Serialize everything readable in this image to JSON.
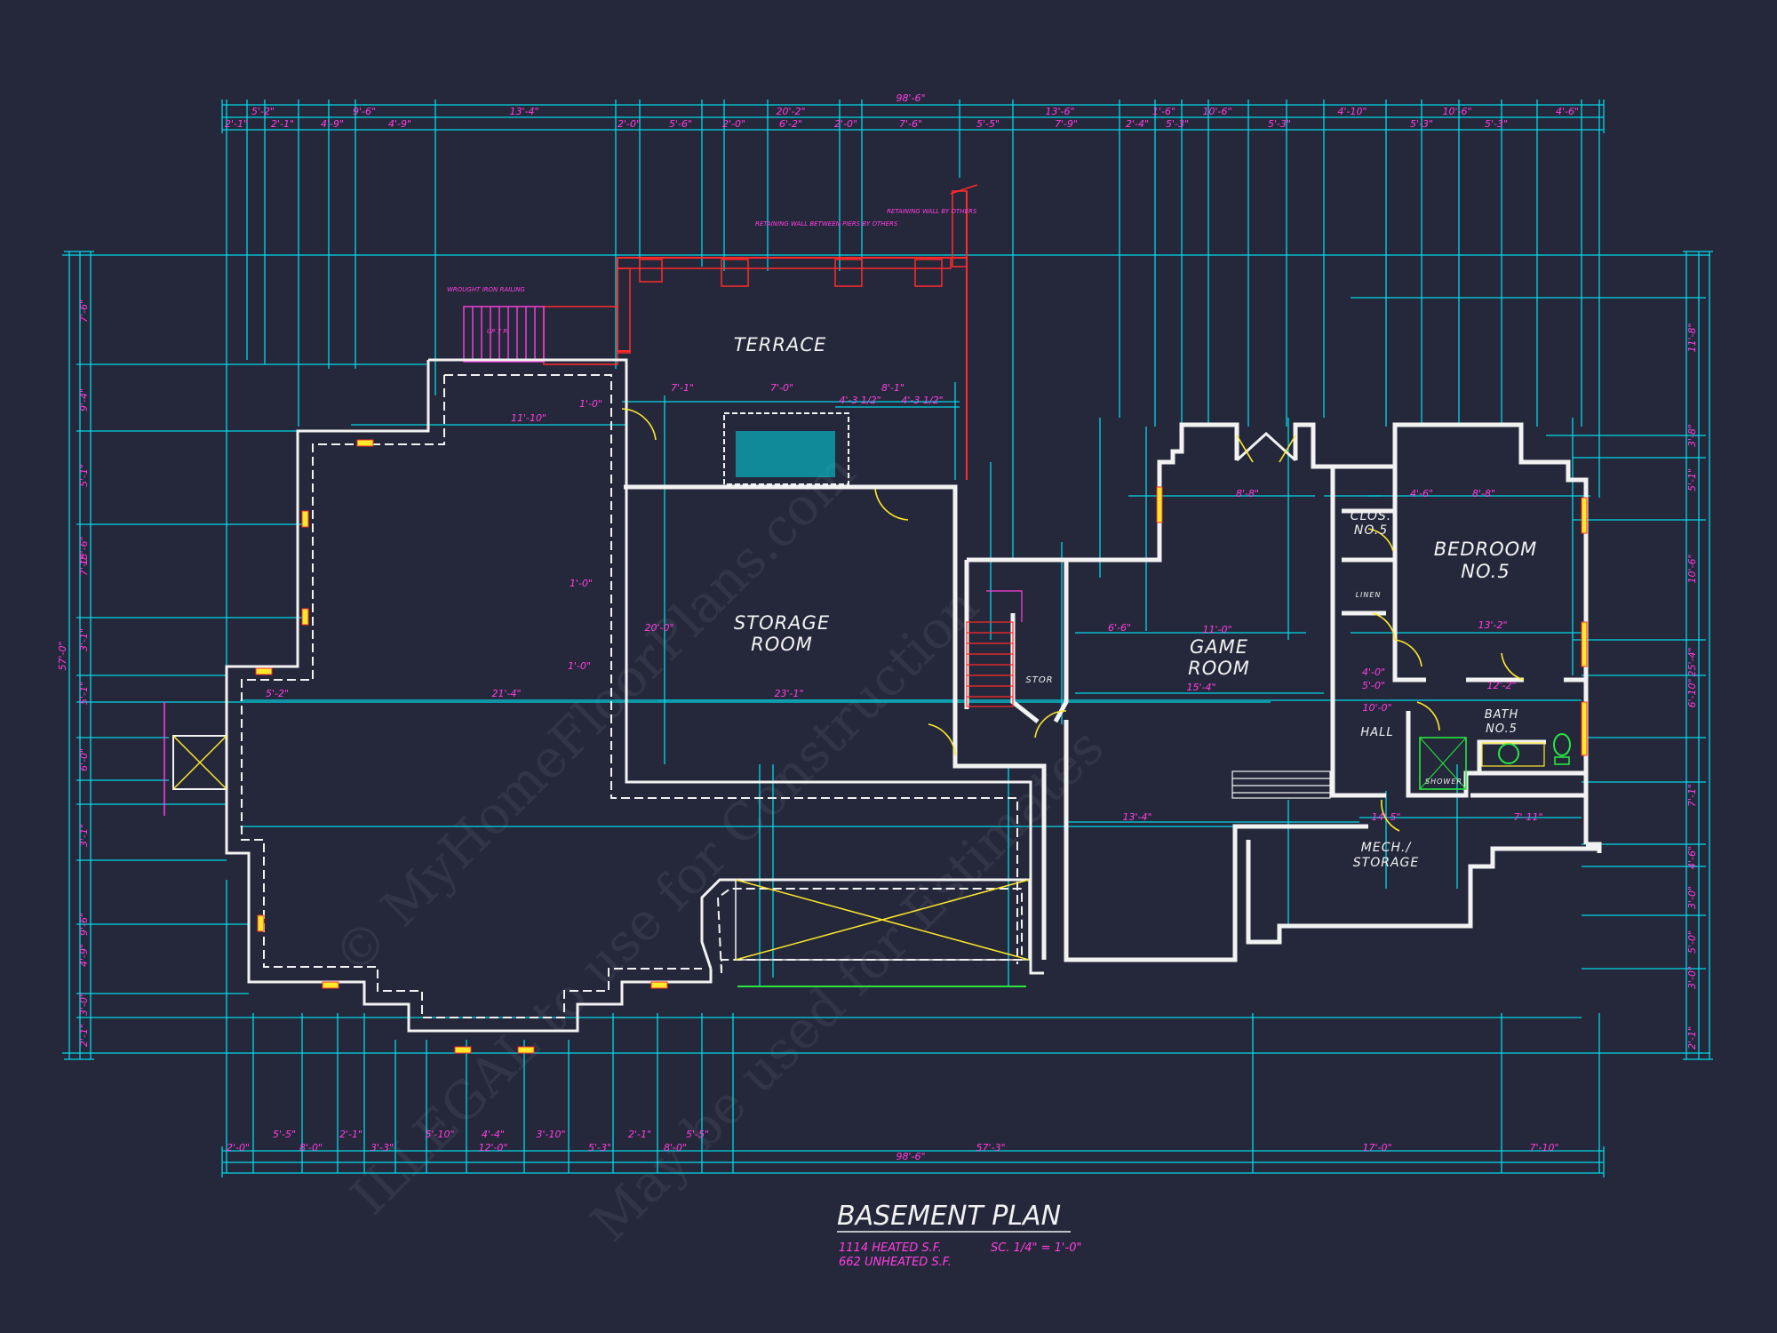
{
  "rooms": {
    "terrace": "TERRACE",
    "storage_room_1": "STORAGE",
    "storage_room_2": "ROOM",
    "game_room_1": "GAME",
    "game_room_2": "ROOM",
    "bedroom_1": "BEDROOM",
    "bedroom_2": "NO.5",
    "clos_1": "CLOS.",
    "clos_2": "NO.5",
    "bath_1": "BATH",
    "bath_2": "NO.5",
    "hall": "HALL",
    "mech_1": "MECH./",
    "mech_2": "STORAGE",
    "stor": "STOR",
    "linen": "LINEN",
    "shower": "SHOWER"
  },
  "notes": {
    "retaining_wall_piers": "RETAINING WALL BETWEEN PIERS BY OTHERS",
    "retaining_wall": "RETAINING WALL BY OTHERS",
    "railing": "WROUGHT IRON RAILING",
    "up_stairs": "UP 7 R"
  },
  "dimensions": {
    "overall": "98'-6\"",
    "top_row1": [
      "5'-2\"",
      "9'-6\"",
      "13'-4\"",
      "20'-2\"",
      "13'-6\"",
      "1'-6\"",
      "10'-6\"",
      "4'-10\"",
      "10'-6\"",
      "4'-6\""
    ],
    "top_row2": [
      "2'-1\"",
      "2'-1\"",
      "4'-9\"",
      "4'-9\"",
      "2'-0\"",
      "5'-6\"",
      "2'-0\"",
      "6'-2\"",
      "2'-0\"",
      "7'-6\"",
      "5'-5\"",
      "7'-9\"",
      "2'-4\"",
      "5'-3\"",
      "5'-3\"",
      "5'-3\"",
      "5'-3\""
    ],
    "bottom_row1": [
      "2'-0\"",
      "5'-5\"",
      "8'-0\"",
      "2'-1\"",
      "3'-3\"",
      "5'-10\"",
      "4'-4\"",
      "12'-0\"",
      "3'-10\"",
      "5'-3\"",
      "2'-1\"",
      "5'-5\"",
      "8'-0\""
    ],
    "bottom_row2": [
      "57'-3\"",
      "17'-0\"",
      "7'-10\""
    ],
    "left_overall": "57'-0\"",
    "left": [
      "7'-6\"",
      "9'-4\"",
      "5'-1\"",
      "15'-6\"",
      "7'-0\"",
      "3'-1\"",
      "5'-1\"",
      "6'-0\"",
      "3'-1\"",
      "9'-6\"",
      "4'-9\"",
      "3'-0\"",
      "2'-1\""
    ],
    "right": [
      "11'-8\"",
      "3'-8\"",
      "5'-1\"",
      "10'-6\"",
      "25'-4\"",
      "6'-10\"",
      "7'-1\"",
      "4'-6\"",
      "3'-0\"",
      "5'-0\"",
      "3'-0\"",
      "2'-1\""
    ],
    "interior": [
      "11'-10\"",
      "1'-0\"",
      "21'-4\"",
      "5'-2\"",
      "1'-0\"",
      "23'-1\"",
      "20'-0\"",
      "7'-1\"",
      "7'-0\"",
      "8'-1\"",
      "4'-3 1/2\"",
      "4'-3 1/2\"",
      "8'-8\"",
      "11'-0\"",
      "15'-4\"",
      "13'-4\"",
      "6'-6\"",
      "8'-8\"",
      "4'-6\"",
      "13'-2\"",
      "12'-2\"",
      "14'-5\"",
      "7'-11\"",
      "5'-0\"",
      "4'-0\"",
      "10'-0\"",
      "1'-0\""
    ]
  },
  "title": {
    "name": "BASEMENT PLAN",
    "heated": "1114 HEATED S.F.",
    "unheated": "662 UNHEATED S.F.",
    "scale": "SC. 1/4\" = 1'-0\""
  },
  "watermark": {
    "line1": "© MyHomeFloorPlans.com",
    "line2": "ILLEGAL to use for Construction",
    "line3": "May be used for Estimates"
  },
  "colors": {
    "background": "#25283b",
    "dimension": "#00d8e8",
    "text_dimension": "#ff3fe0",
    "wall": "#f2f2f2",
    "structure": "#ff2a2a",
    "window": "#ffe92b",
    "fixture": "#27e640"
  }
}
